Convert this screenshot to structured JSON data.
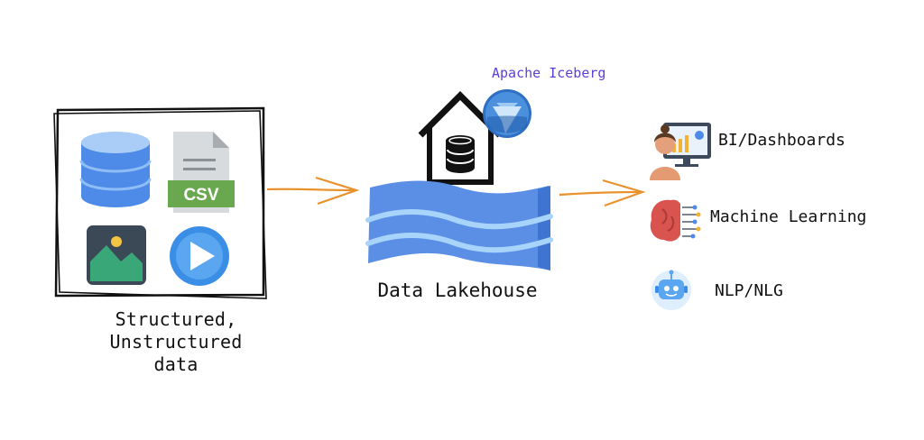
{
  "sources": {
    "caption_line1": "Structured,",
    "caption_line2": "Unstructured",
    "caption_line3": "data",
    "items": [
      {
        "icon": "database-icon"
      },
      {
        "icon": "csv-file-icon",
        "badge": "CSV"
      },
      {
        "icon": "image-icon"
      },
      {
        "icon": "video-play-icon"
      }
    ]
  },
  "lakehouse": {
    "caption": "Data Lakehouse",
    "format_label": "Apache Iceberg",
    "icons": [
      "house-database-icon",
      "iceberg-icon",
      "water-waves-icon"
    ]
  },
  "outputs": [
    {
      "label": "BI/Dashboards",
      "icon": "person-dashboard-icon"
    },
    {
      "label": "Machine Learning",
      "icon": "brain-circuit-icon"
    },
    {
      "label": "NLP/NLG",
      "icon": "chatbot-icon"
    }
  ],
  "colors": {
    "arrow": "#e8922e",
    "water": "#5b8fe6",
    "wave": "#a8d4fb",
    "database": "#4e8be8",
    "csv_badge": "#6aa84f",
    "image_green": "#3aa779",
    "play": "#3a8ee6",
    "iceberg_label": "#5b3fd6"
  }
}
